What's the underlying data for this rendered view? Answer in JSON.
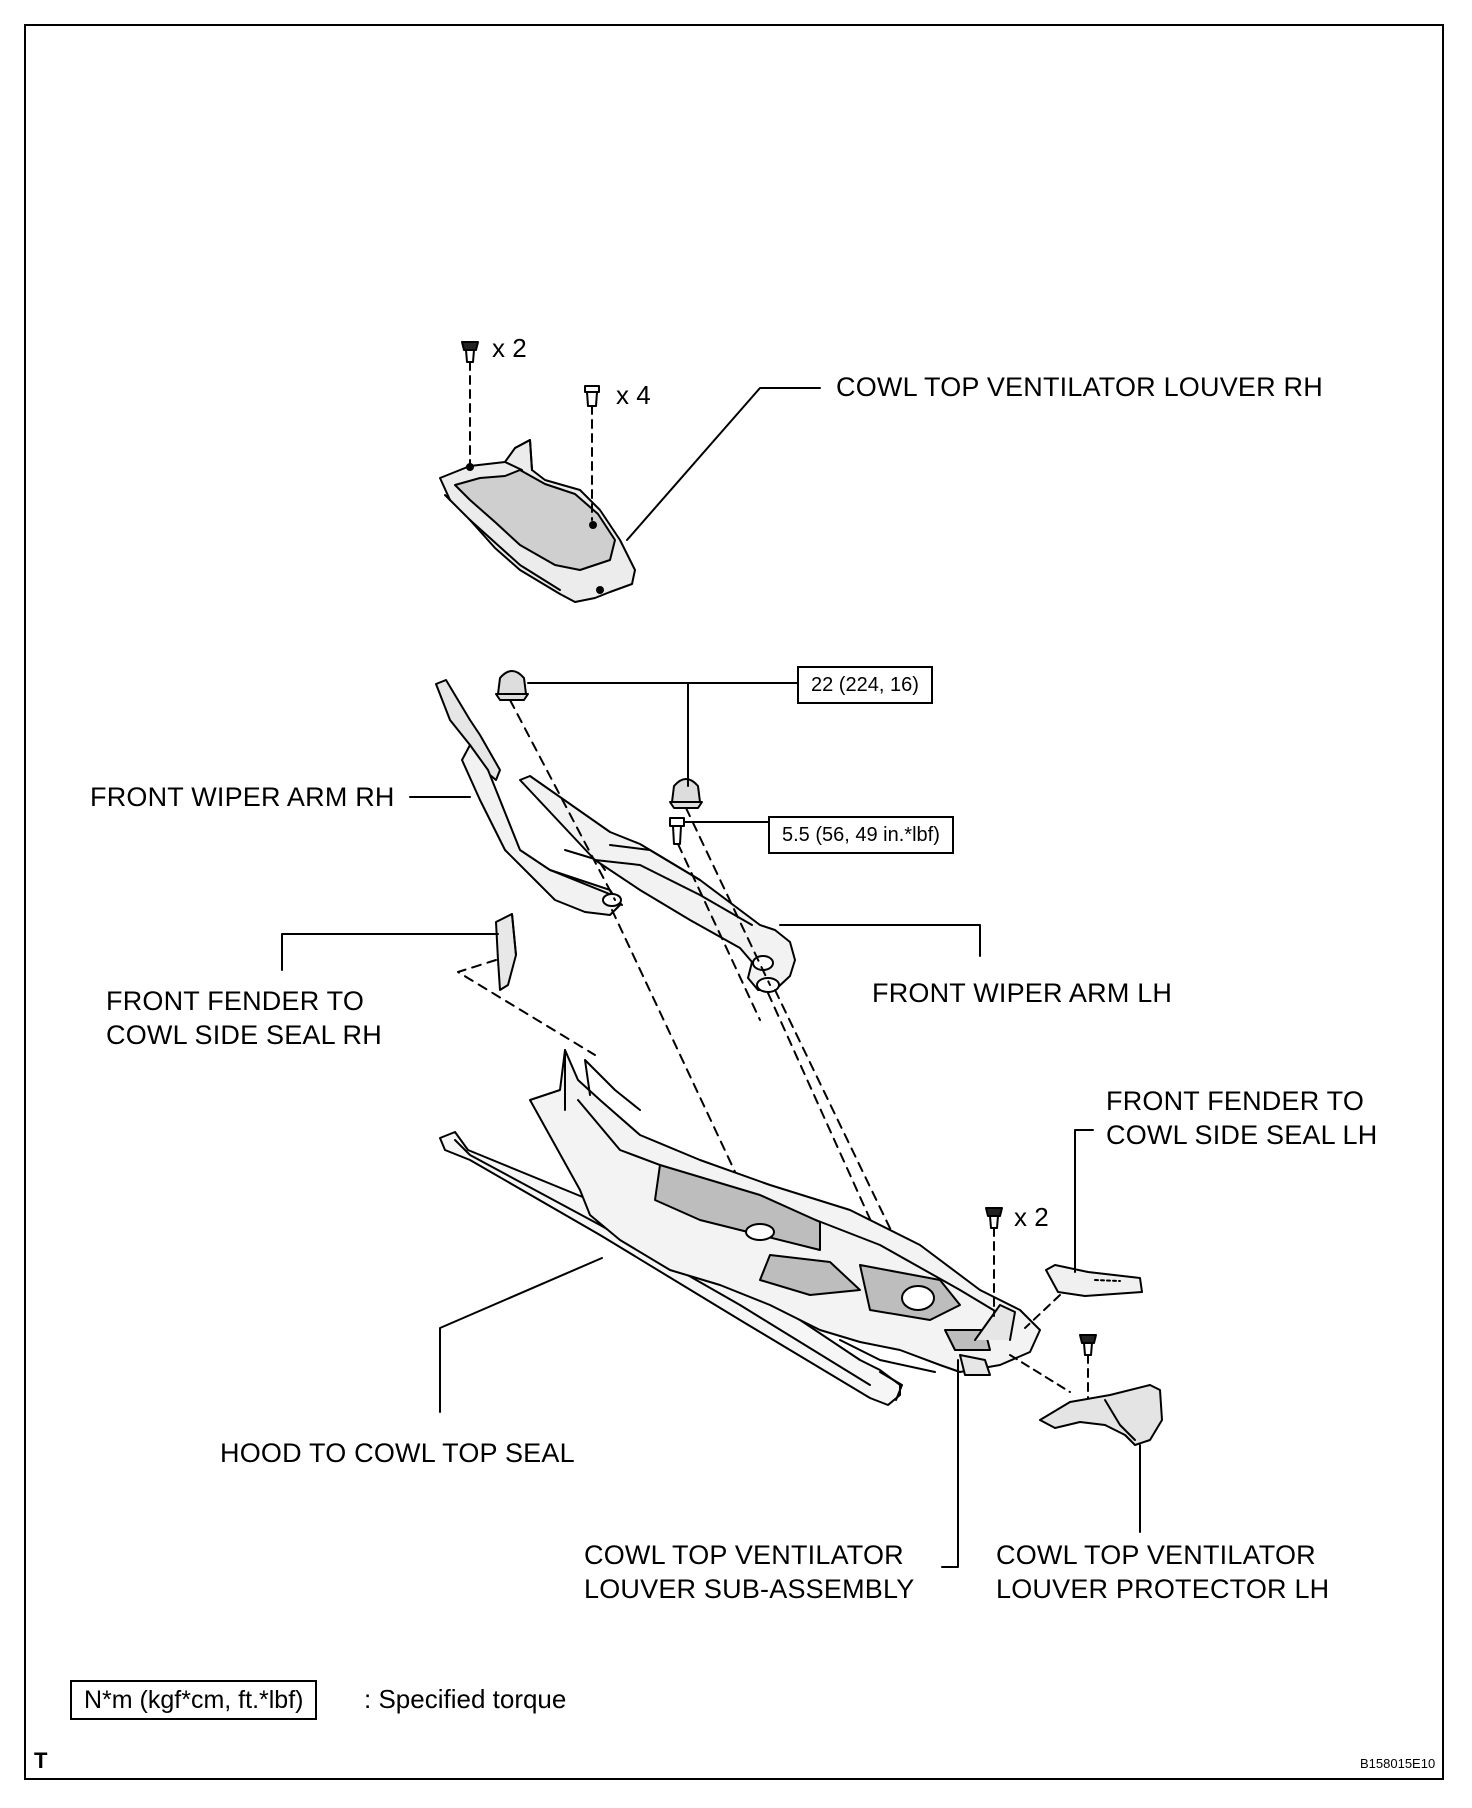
{
  "labels": {
    "cowl_louver_rh": "COWL TOP VENTILATOR LOUVER RH",
    "wiper_arm_rh": "FRONT WIPER ARM RH",
    "wiper_arm_lh": "FRONT WIPER ARM LH",
    "fender_seal_rh_1": "FRONT FENDER TO",
    "fender_seal_rh_2": "COWL SIDE SEAL RH",
    "fender_seal_lh_1": "FRONT FENDER TO",
    "fender_seal_lh_2": "COWL SIDE SEAL LH",
    "hood_seal": "HOOD TO COWL TOP SEAL",
    "sub_assembly_1": "COWL TOP VENTILATOR",
    "sub_assembly_2": "LOUVER SUB-ASSEMBLY",
    "protector_lh_1": "COWL TOP VENTILATOR",
    "protector_lh_2": "LOUVER PROTECTOR LH"
  },
  "quantities": {
    "clips_top_rh": "x 2",
    "clips_louver_rh": "x 4",
    "clips_lh": "x 2"
  },
  "torque": {
    "wiper_nut": "22 (224, 16)",
    "screw": "5.5 (56, 49 in.*lbf)",
    "legend_units": "N*m (kgf*cm, ft.*lbf)",
    "legend_text": ": Specified torque"
  },
  "footer": {
    "corner_mark": "T",
    "figure_id": "B158015E10"
  }
}
